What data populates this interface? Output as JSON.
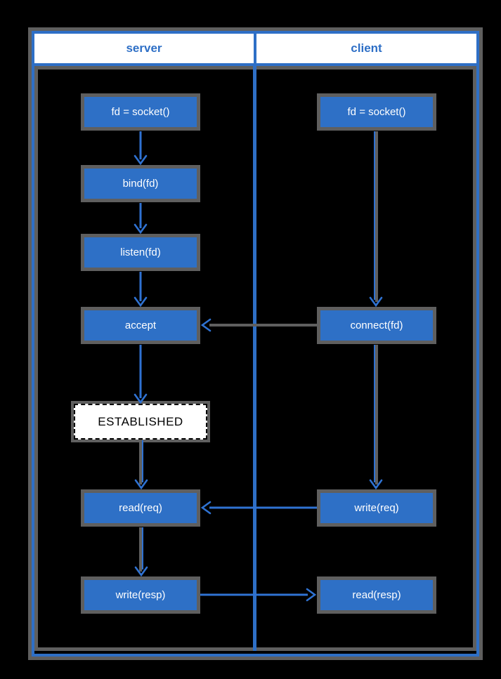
{
  "header": {
    "columns": [
      {
        "label": "server"
      },
      {
        "label": "client"
      }
    ]
  },
  "nodes": {
    "server": [
      {
        "label": "fd = socket()"
      },
      {
        "label": "bind(fd)"
      },
      {
        "label": "listen(fd)"
      },
      {
        "label": "accept"
      },
      {
        "label": "ESTABLISHED"
      },
      {
        "label": "read(req)"
      },
      {
        "label": "write(resp)"
      }
    ],
    "client": [
      {
        "label": "fd = socket()"
      },
      {
        "label": "connect(fd)"
      },
      {
        "label": "write(req)"
      },
      {
        "label": "read(resp)"
      }
    ]
  },
  "edges": [
    {
      "from": "server/fd = socket()",
      "to": "server/bind(fd)",
      "style": "blue"
    },
    {
      "from": "server/bind(fd)",
      "to": "server/listen(fd)",
      "style": "blue"
    },
    {
      "from": "server/listen(fd)",
      "to": "server/accept",
      "style": "blue"
    },
    {
      "from": "server/accept",
      "to": "server/ESTABLISHED",
      "style": "blue"
    },
    {
      "from": "server/ESTABLISHED",
      "to": "server/read(req)",
      "style": "gray-blue"
    },
    {
      "from": "server/read(req)",
      "to": "server/write(resp)",
      "style": "gray-blue"
    },
    {
      "from": "client/fd = socket()",
      "to": "client/connect(fd)",
      "style": "gray-blue"
    },
    {
      "from": "client/connect(fd)",
      "to": "client/write(req)",
      "style": "gray-blue"
    },
    {
      "from": "client/connect(fd)",
      "to": "server/accept",
      "style": "gray-blue"
    },
    {
      "from": "client/write(req)",
      "to": "server/read(req)",
      "style": "blue"
    },
    {
      "from": "server/write(resp)",
      "to": "client/read(resp)",
      "style": "blue"
    }
  ],
  "colors": {
    "background": "#000000",
    "box_fill": "#2e70c6",
    "box_border_gray": "#5f5f5f",
    "table_stroke_blue": "#2e6fc6",
    "arrow_blue": "#2f72d2",
    "connector_gray": "#5f5f5f",
    "header_bg": "#ffffff",
    "header_text": "#2e6fc6",
    "state_fill": "#ffffff",
    "state_text": "#000000"
  }
}
